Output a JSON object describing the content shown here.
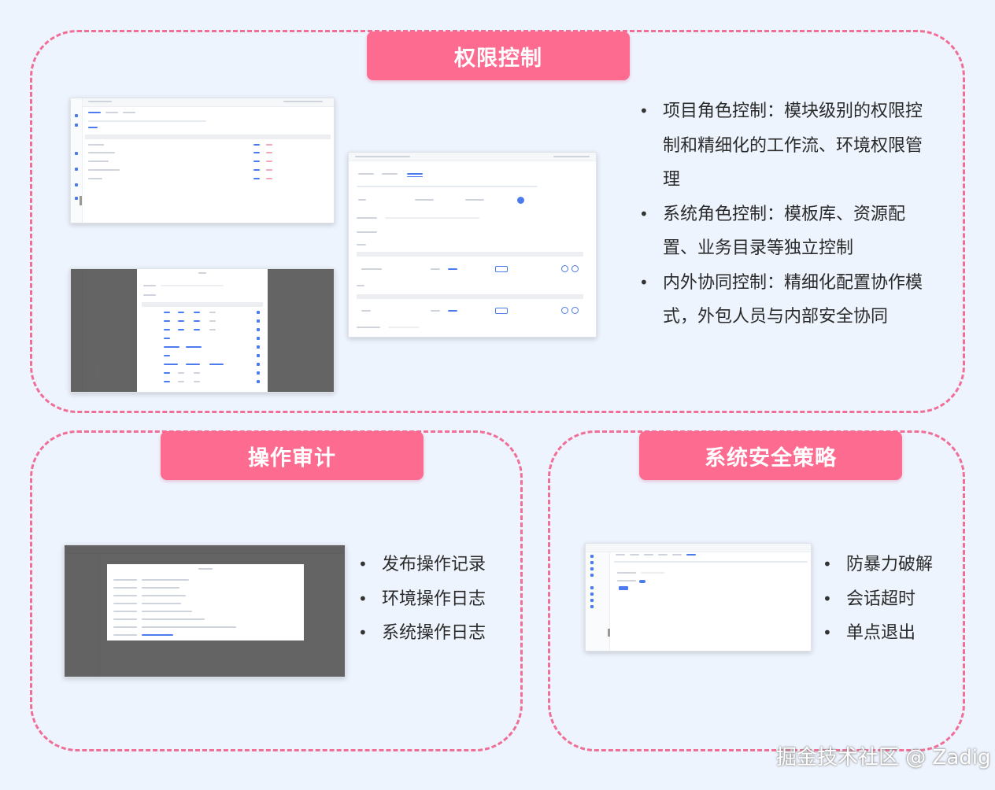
{
  "sections": {
    "permission": {
      "title": "权限控制",
      "bullets": [
        "项目角色控制：模块级别的权限控制和精细化的工作流、环境权限管理",
        "系统角色控制：模板库、资源配置、业务目录等独立控制",
        "内外协同控制：精细化配置协作模式，外包人员与内部安全协同"
      ]
    },
    "audit": {
      "title": "操作审计",
      "bullets": [
        "发布操作记录",
        "环境操作日志",
        "系统操作日志"
      ]
    },
    "security": {
      "title": "系统安全策略",
      "bullets": [
        "防暴力破解",
        "会话超时",
        "单点退出"
      ]
    }
  },
  "watermark": "掘金技术社区 @ Zadig",
  "colors": {
    "background": "#eef4fe",
    "accent_pink": "#fd6b91",
    "dashed_border": "#ef6f97",
    "ui_blue": "#4b7bec"
  }
}
